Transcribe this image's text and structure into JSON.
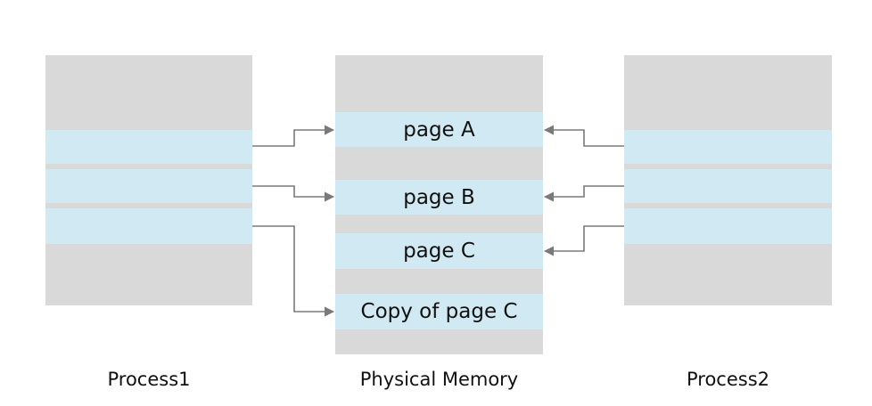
{
  "labels": {
    "process1": "Process1",
    "physical_memory": "Physical Memory",
    "process2": "Process2"
  },
  "pages": {
    "a": "page A",
    "b": "page B",
    "c": "page C",
    "copy_c": "Copy of page C"
  },
  "colors": {
    "block": "#d9d9d9",
    "page_highlight": "#d1e9f2",
    "arrow": "#7a7a7a",
    "text": "#111111"
  }
}
